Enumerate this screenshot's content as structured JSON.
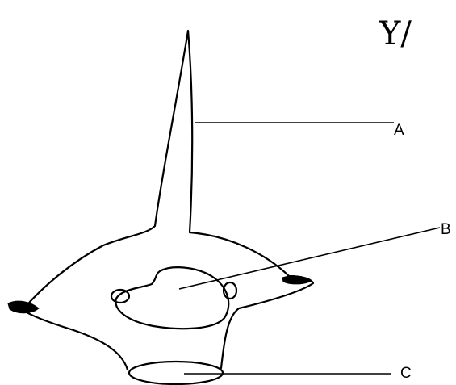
{
  "figure": {
    "corner_mark": "Y/",
    "labels": {
      "a": "A",
      "b": "B",
      "c": "C"
    }
  }
}
